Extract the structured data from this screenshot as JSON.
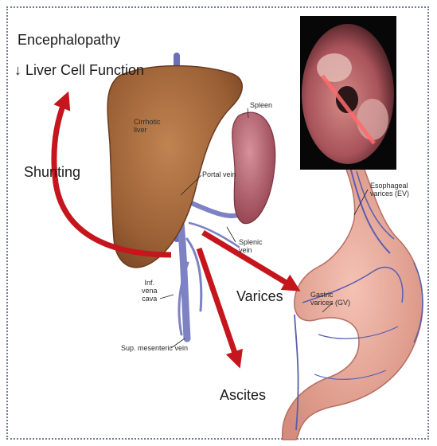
{
  "labels": {
    "encephalopathy": "Encephalopathy",
    "liver_function": "↓ Liver Cell Function",
    "shunting": "Shunting",
    "varices": "Varices",
    "ascites": "Ascites",
    "cirrhotic_liver_1": "Cirrhotic",
    "cirrhotic_liver_2": "liver",
    "spleen": "Spleen",
    "portal_vein": "Portal vein",
    "splenic_vein_1": "Splenic",
    "splenic_vein_2": "vein",
    "ivc_1": "Inf.",
    "ivc_2": "vena",
    "ivc_3": "cava",
    "sup_mesenteric_vein": "Sup. mesenteric vein",
    "esophageal_varices_1": "Esophageal",
    "esophageal_varices_2": "varices (EV)",
    "gastric_varices_1": "Gastric",
    "gastric_varices_2": "varices (GV)"
  },
  "colors": {
    "arrow_red": "#c4161c",
    "liver": "#a86a3c",
    "spleen": "#b0606e",
    "vein": "#6a6fb8",
    "stomach": "#e8a99a",
    "border": "#6f7f94"
  }
}
